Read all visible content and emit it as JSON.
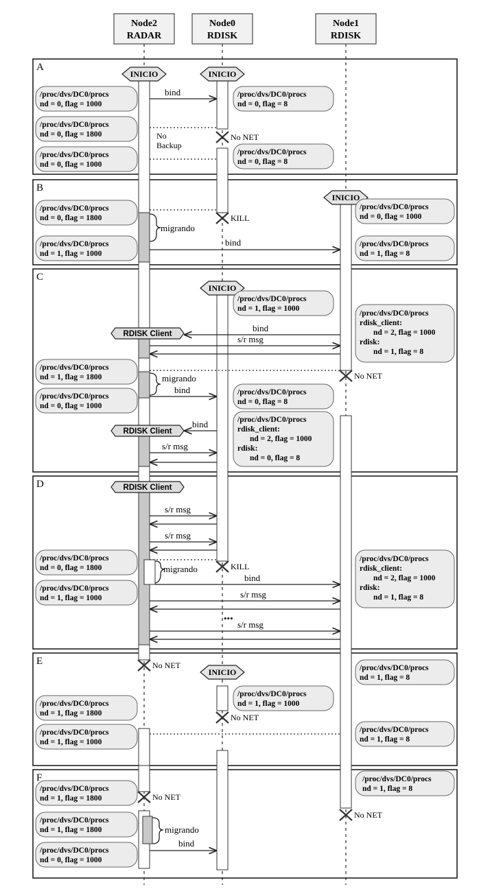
{
  "nodes": [
    {
      "line1": "Node2",
      "line2": "RADAR"
    },
    {
      "line1": "Node0",
      "line2": "RDISK"
    },
    {
      "line1": "Node1",
      "line2": "RDISK"
    }
  ],
  "sections": [
    "A",
    "B",
    "C",
    "D",
    "E",
    "F"
  ],
  "terms": {
    "inicio": "INICIO",
    "rdisk_client": "RDISK Client",
    "bind": "bind",
    "sr_msg": "s/r msg",
    "migrando": "migrando",
    "no_net": "No NET",
    "kill": "KILL",
    "no_backup_1": "No",
    "no_backup_2": "Backup",
    "ellipsis": "•••"
  },
  "notes": {
    "path": "/proc/dvs/DC0/procs",
    "nd0_f1000": "nd = 0, flag = 1000",
    "nd0_f1800": "nd = 0, flag = 1800",
    "nd0_f8": "nd = 0, flag = 8",
    "nd1_f1000": "nd = 1, flag = 1000",
    "nd1_f1800": "nd = 1, flag = 1800",
    "nd1_f8": "nd = 1, flag = 8",
    "rdisk_client_lbl": "rdisk_client:",
    "rdisk_lbl": "rdisk:",
    "nd2_f1000": "nd = 2, flag = 1000",
    "nd1_f8_sp": "nd = 1, flag  = 8",
    "nd0_f8_sp": "nd = 0, flag  = 8"
  }
}
